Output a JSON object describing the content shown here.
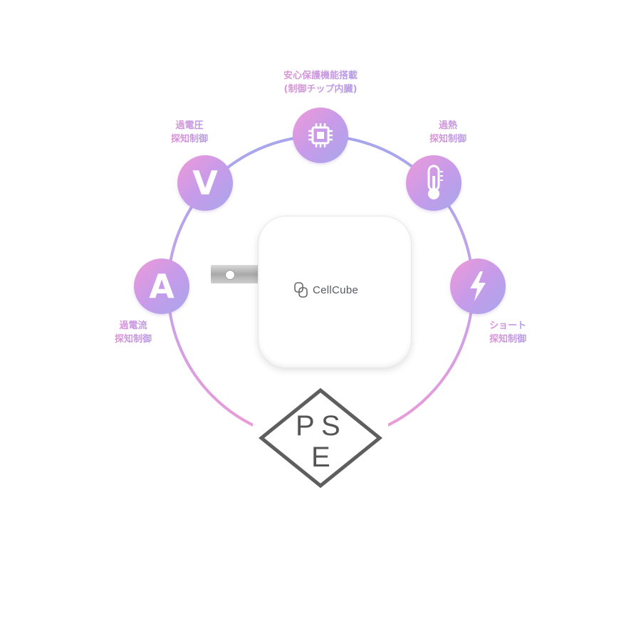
{
  "brand": {
    "name": "CellCube"
  },
  "features": {
    "chip": {
      "line1": "安心保護機能搭載",
      "line2": "(制御チップ内臓)",
      "icon": "chip-icon"
    },
    "overvoltage": {
      "line1": "過電圧",
      "line2": "探知制御",
      "icon_letter": "V"
    },
    "overheat": {
      "line1": "過熱",
      "line2": "探知制御",
      "icon": "thermometer-icon"
    },
    "overcurrent": {
      "line1": "過電流",
      "line2": "探知制御",
      "icon_letter": "A"
    },
    "short": {
      "line1": "ショート",
      "line2": "探知制御",
      "icon": "lightning-icon"
    }
  },
  "pse_mark": {
    "p": "P",
    "s": "S",
    "e": "E"
  },
  "colors": {
    "pink": "#ef9ad8",
    "lavender": "#a7a6ec",
    "ring_gray": "#5e5e5e"
  }
}
